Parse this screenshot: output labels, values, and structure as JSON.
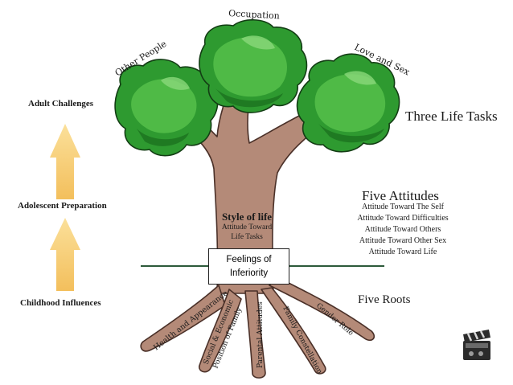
{
  "left_axis": {
    "adult_challenges": "Adult Challenges",
    "adolescent_preparation": "Adolescent Preparation",
    "childhood_influences": "Childhood Influences"
  },
  "canopy": {
    "other_people": "Other People",
    "occupation": "Occupation",
    "love_and_sex": "Love and Sex"
  },
  "trunk": {
    "style_title": "Style of life",
    "style_sub_1": "Attitude Toward",
    "style_sub_2": "Life Tasks"
  },
  "right": {
    "three_life_tasks": "Three Life Tasks",
    "five_attitudes": "Five Attitudes",
    "attitudes": [
      "Attitude Toward The Self",
      "Attitude Toward Difficulties",
      "Attitude Toward Others",
      "Attitude Toward Other Sex",
      "Attitude Toward Life"
    ],
    "five_roots": "Five Roots"
  },
  "feelings_box": {
    "line1": "Feelings of",
    "line2": "Inferiority"
  },
  "roots": {
    "health": "Health and Appearance",
    "social_1": "Social & Economic",
    "social_2": "Position of Family",
    "parental": "Parental Attitudes",
    "family": "Family Constellation",
    "gender": "Gender Role"
  },
  "colors": {
    "trunk": "#b48a78",
    "trunk_stroke": "#4a3028",
    "leaf_dark": "#1f7a22",
    "leaf_mid": "#2e9a30",
    "leaf_light": "#55c04a",
    "arrow": "#f6c86a",
    "ground_line": "#2d5a3a"
  }
}
